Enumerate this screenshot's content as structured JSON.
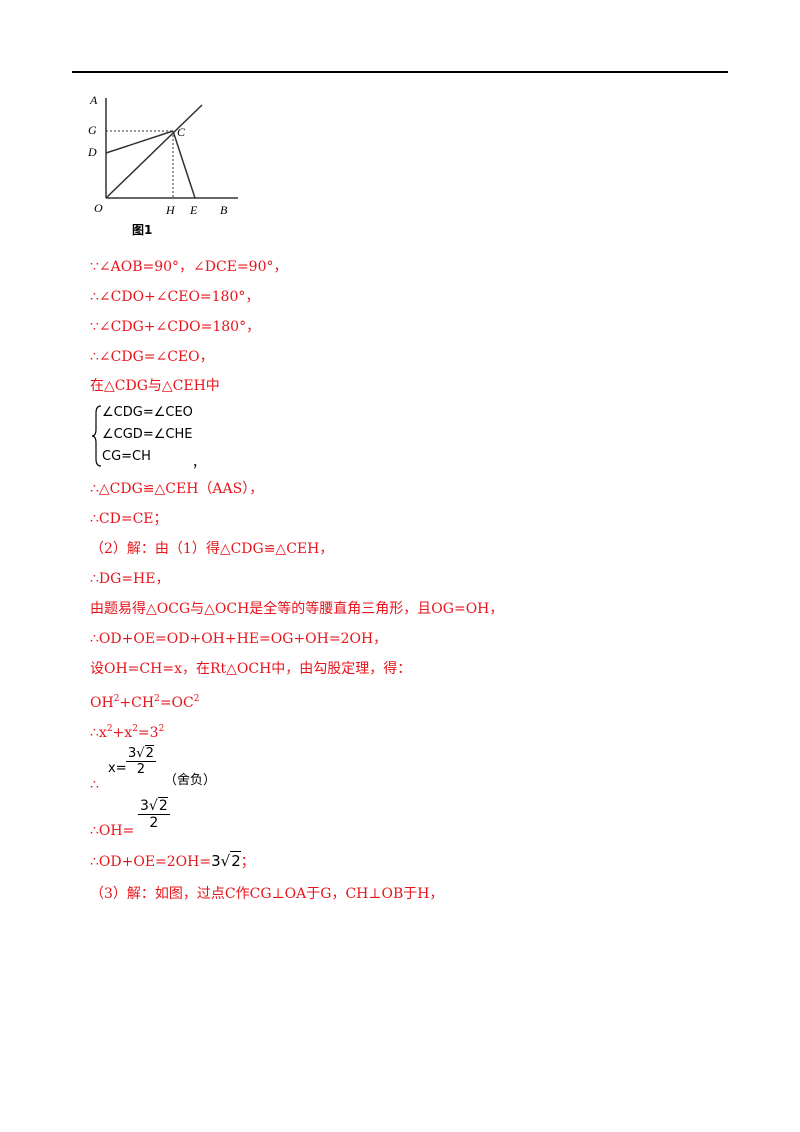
{
  "figure": {
    "labels": {
      "A": "A",
      "G": "G",
      "D": "D",
      "O": "O",
      "C": "C",
      "H": "H",
      "E": "E",
      "B": "B"
    },
    "caption": "图1"
  },
  "lines": {
    "l1": "∵∠AOB=90°，∠DCE=90°，",
    "l2": "∴∠CDO+∠CEO=180°，",
    "l3": "∵∠CDG+∠CDO=180°，",
    "l4": "∴∠CDG=∠CEO，",
    "l5": "在△CDG与△CEH中",
    "system_row1": "∠CDG=∠CEO",
    "system_row2": "∠CGD=∠CHE",
    "system_row3": "CG=CH",
    "system_comma": "，",
    "l6": "∴△CDG≌△CEH（AAS），",
    "l7": "∴CD=CE；",
    "l8": "（2）解：由（1）得△CDG≌△CEH，",
    "l9": "∴DG=HE，",
    "l10": "由题易得△OCG与△OCH是全等的等腰直角三角形，且OG=OH，",
    "l11": "∴OD+OE=OD+OH+HE=OG+OH=2OH，",
    "l12": "设OH=CH=x，在Rt△OCH中，由勾股定理，得：",
    "l13a": "OH",
    "l13b": "+CH",
    "l13c": "=OC",
    "sq": "2",
    "l14a": "∴x",
    "l14b": "+x",
    "l14c": "=3",
    "l15_therefore": "∴",
    "l15_x": "x=",
    "frac_num_coef": "3",
    "frac_num_rad": "2",
    "frac_den": "2",
    "l15_note": "（舍负）",
    "l16": "∴OH=",
    "l17a": "∴OD+OE=2OH=",
    "l17_coef": "3",
    "l17_rad": "2",
    "l17_end": "；",
    "l18": "（3）解：如图，过点C作CG⊥OA于G，CH⊥OB于H，"
  }
}
